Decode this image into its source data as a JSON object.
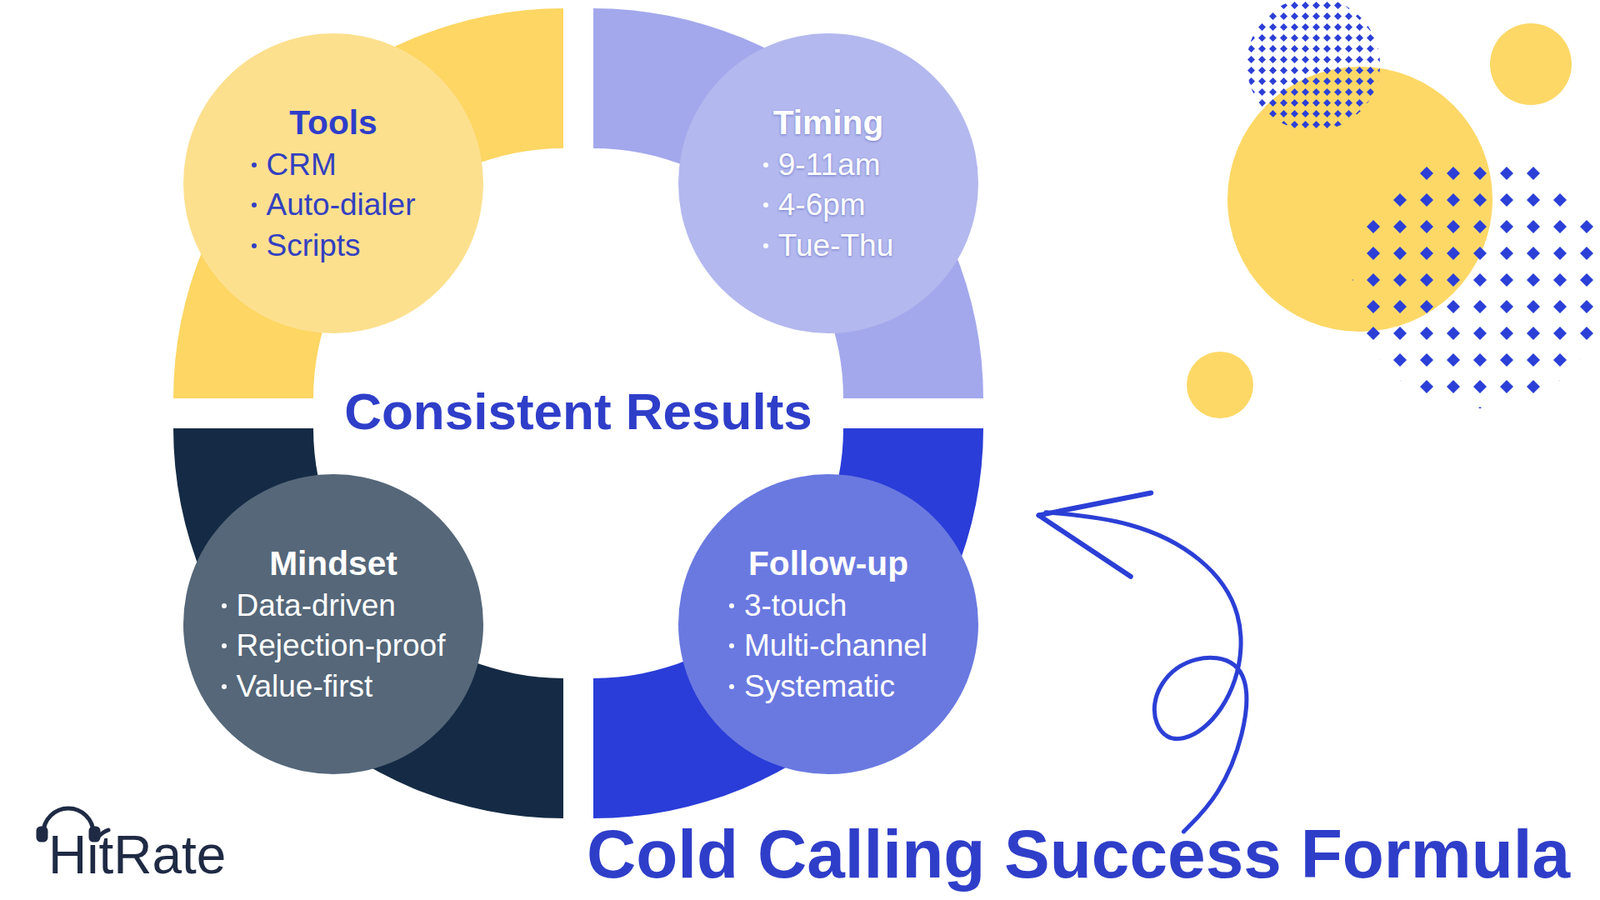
{
  "diagram": {
    "title": "Cold Calling Success Formula",
    "nodes": [
      {
        "text": [
          "Tools",
          "CRM",
          "Auto-dialer",
          "Scripts"
        ]
      },
      {
        "text": [
          "Timing",
          "9-11am",
          "4-6pm",
          "Tue-Thu"
        ]
      },
      {
        "text": [
          "Mindset",
          "Data-driven",
          "Rejection-proof",
          "Value-first"
        ]
      },
      {
        "text": [
          "Follow-up",
          "3-touch",
          "Multi-channel",
          "Systematic"
        ]
      }
    ],
    "labels": [
      "Consistent Results",
      "HitRate"
    ]
  }
}
